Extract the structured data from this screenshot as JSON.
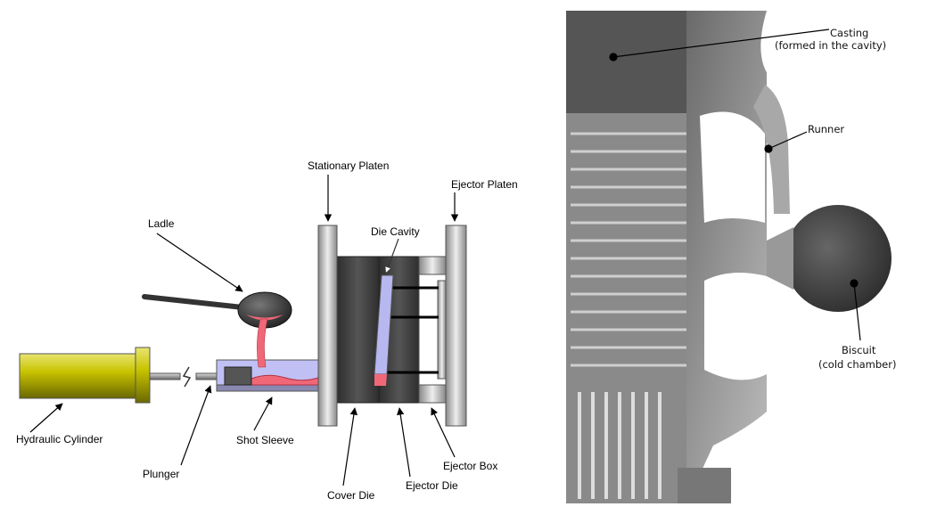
{
  "diagram": {
    "labels": {
      "ladle": "Ladle",
      "stationary_platen": "Stationary Platen",
      "ejector_platen": "Ejector Platen",
      "die_cavity": "Die Cavity",
      "hydraulic_cylinder": "Hydraulic Cylinder",
      "plunger": "Plunger",
      "shot_sleeve": "Shot Sleeve",
      "cover_die": "Cover Die",
      "ejector_die": "Ejector Die",
      "ejector_box": "Ejector Box"
    },
    "colors": {
      "cylinder": "#c8c400",
      "sleeve": "#b8b8f0",
      "metal": "#f06878",
      "die_dark": "#3a3a3a",
      "platen": "#b8b8b8"
    }
  },
  "photo": {
    "labels": {
      "casting": "Casting",
      "casting_note": "(formed in the cavity)",
      "runner": "Runner",
      "biscuit": "Biscuit",
      "biscuit_note": "(cold chamber)"
    }
  }
}
